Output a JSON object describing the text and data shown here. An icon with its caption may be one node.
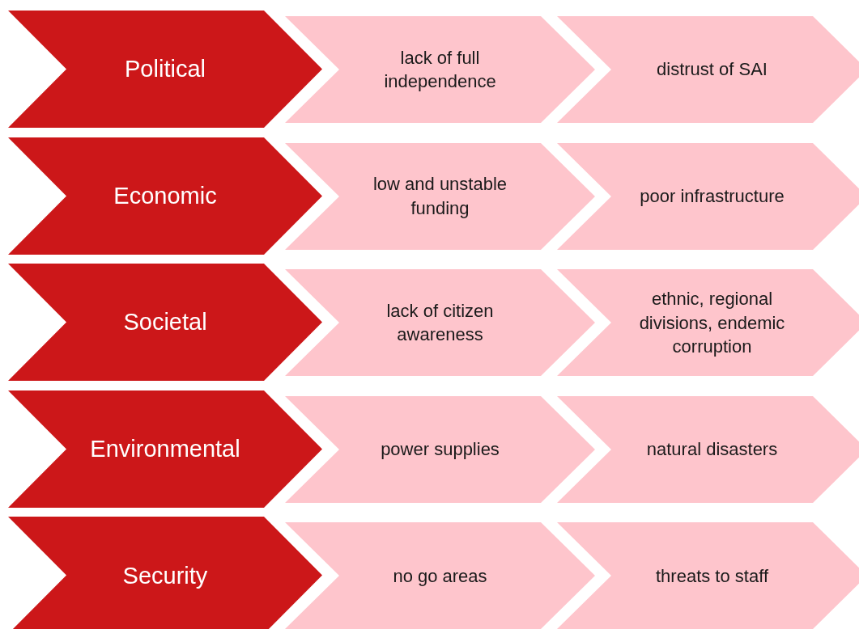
{
  "diagram": {
    "nodes": [
      {
        "text": [
          "Political"
        ]
      },
      {
        "text": [
          "lack of full independence"
        ]
      },
      {
        "text": [
          "distrust of SAI"
        ]
      },
      {
        "text": [
          "Economic"
        ]
      },
      {
        "text": [
          "low and unstable funding"
        ]
      },
      {
        "text": [
          "poor infrastructure"
        ]
      },
      {
        "text": [
          "Societal"
        ]
      },
      {
        "text": [
          "lack of citizen awareness"
        ]
      },
      {
        "text": [
          "ethnic, regional divisions, endemic corruption"
        ]
      },
      {
        "text": [
          "Environmental"
        ]
      },
      {
        "text": [
          "power supplies"
        ]
      },
      {
        "text": [
          "natural disasters"
        ]
      },
      {
        "text": [
          "Security"
        ]
      },
      {
        "text": [
          "no go areas"
        ]
      },
      {
        "text": [
          "threats to staff"
        ]
      }
    ]
  }
}
